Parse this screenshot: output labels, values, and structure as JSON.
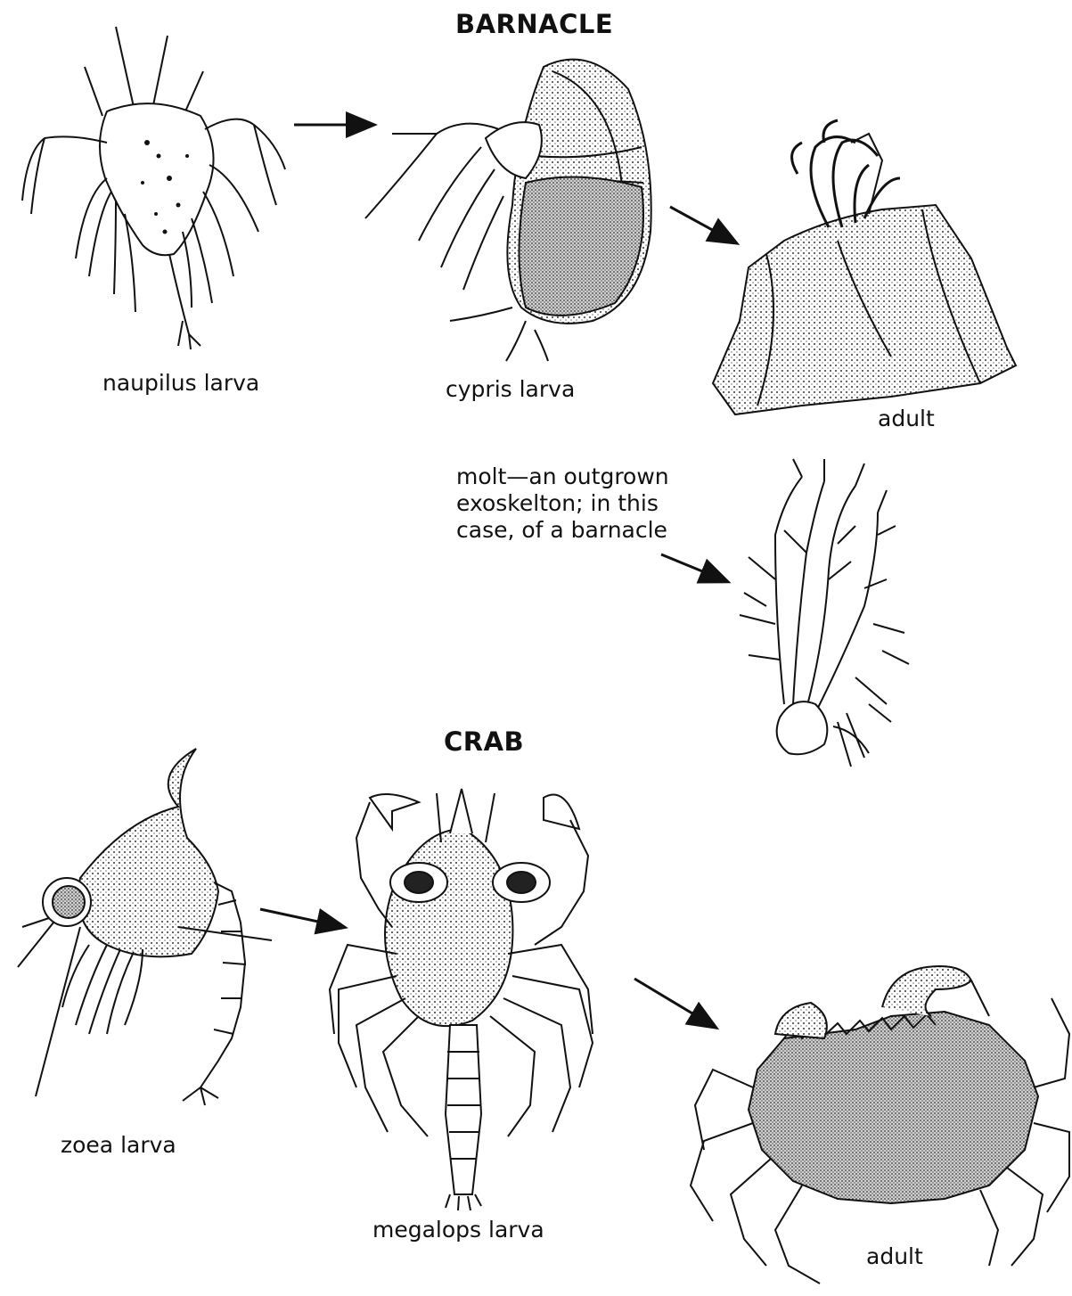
{
  "barnacle": {
    "heading": "BARNACLE",
    "stages": [
      {
        "label": "naupilus larva",
        "icon": "naupilus-larva-illustration"
      },
      {
        "label": "cypris larva",
        "icon": "cypris-larva-illustration"
      },
      {
        "label": "adult",
        "icon": "barnacle-adult-illustration"
      }
    ]
  },
  "molt": {
    "lines": [
      "molt—an outgrown",
      "exoskelton; in this",
      "case, of a barnacle"
    ],
    "icon": "barnacle-molt-illustration"
  },
  "crab": {
    "heading": "CRAB",
    "stages": [
      {
        "label": "zoea larva",
        "icon": "zoea-larva-illustration"
      },
      {
        "label": "megalops larva",
        "icon": "megalops-larva-illustration"
      },
      {
        "label": "adult",
        "icon": "crab-adult-illustration"
      }
    ]
  },
  "colors": {
    "ink": "#111111",
    "paper": "#ffffff",
    "shade": "#8a8a8a"
  }
}
